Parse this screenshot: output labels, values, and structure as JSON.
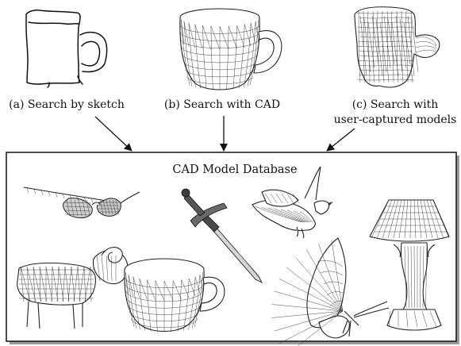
{
  "captions": {
    "sketch": "(a) Search by sketch",
    "cad": "(b) Search with CAD",
    "user_line1": "(c) Search with",
    "user_line2": "user-captured models"
  },
  "database": {
    "title": "CAD Model Database"
  }
}
